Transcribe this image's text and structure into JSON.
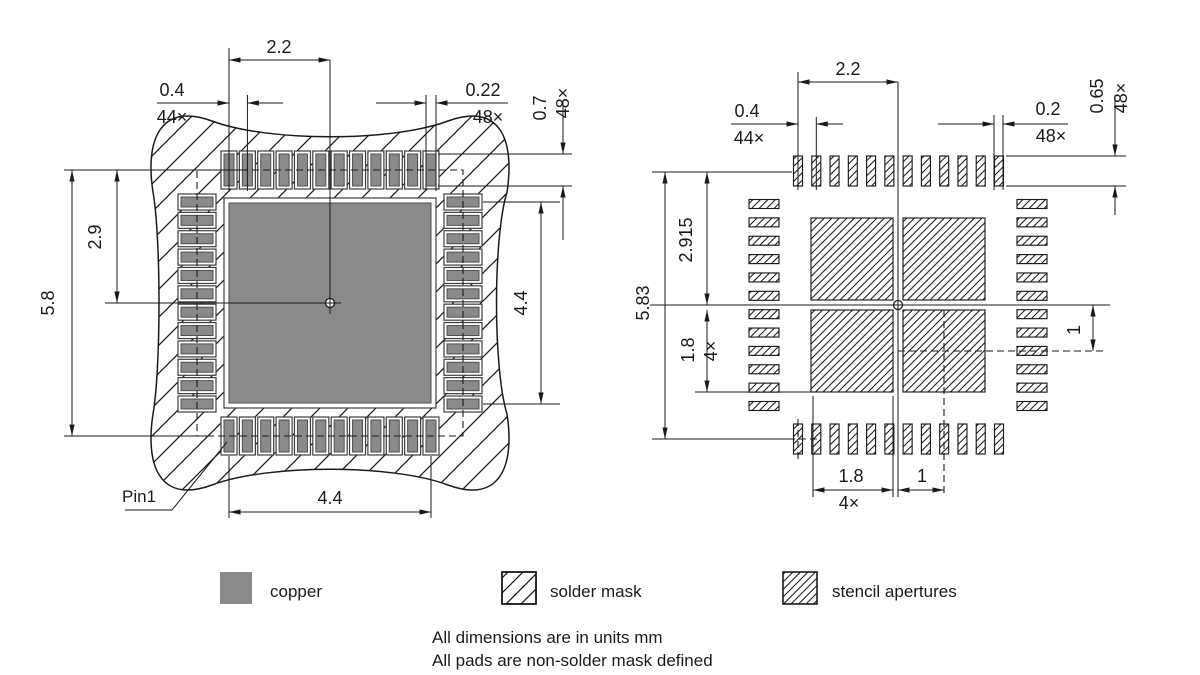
{
  "left_view": {
    "dim_top_half_span": "2.2",
    "dim_pitch": "0.4",
    "dim_pitch_count": "44×",
    "dim_pad_width": "0.22",
    "dim_pad_width_count": "48×",
    "dim_pad_length": "0.7",
    "dim_pad_length_count": "48×",
    "dim_full_height": "5.8",
    "dim_half_height": "2.9",
    "dim_side_span": "4.4",
    "dim_bottom_span": "4.4",
    "pin1_label": "Pin1"
  },
  "right_view": {
    "dim_top_half_span": "2.2",
    "dim_pitch": "0.4",
    "dim_pitch_count": "44×",
    "dim_aperture_width": "0.2",
    "dim_aperture_width_count": "48×",
    "dim_aperture_length": "0.65",
    "dim_aperture_length_count": "48×",
    "dim_full_height": "5.83",
    "dim_half_height": "2.915",
    "dim_center_aperture_height": "1.8",
    "dim_center_aperture_height_count": "4×",
    "dim_center_offset_vertical": "1",
    "dim_center_aperture_width": "1.8",
    "dim_center_aperture_width_count": "4×",
    "dim_center_offset_horizontal": "1"
  },
  "legend": {
    "items": [
      {
        "swatch": "copper-swatch",
        "label": "copper"
      },
      {
        "swatch": "solder-mask-swatch",
        "label": "solder mask"
      },
      {
        "swatch": "stencil-apertures-swatch",
        "label": "stencil apertures"
      }
    ]
  },
  "notes": [
    "All dimensions are in units mm",
    "All pads are non-solder mask defined"
  ],
  "colors": {
    "copper": "#8a8a8a",
    "line": "#1a1a1a",
    "background": "#ffffff"
  }
}
